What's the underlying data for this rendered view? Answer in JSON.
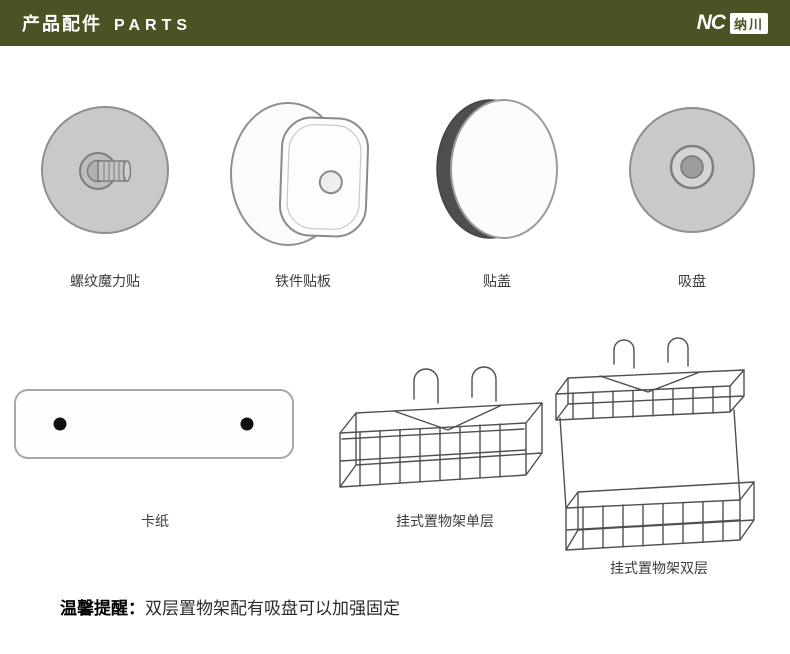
{
  "header": {
    "title_cn": "产品配件",
    "title_en": "PARTS",
    "logo": {
      "mark": "NC",
      "name": "纳川"
    }
  },
  "colors": {
    "header_bg": "#4a5323",
    "logo_text": "#4a5323",
    "illustration_gray": "#c9c9c9",
    "line_gray": "#8f8f8f"
  },
  "parts_row1": [
    {
      "label": "螺纹魔力贴",
      "icon": "threaded-magic-sticker-icon"
    },
    {
      "label": "铁件贴板",
      "icon": "iron-plate-icon"
    },
    {
      "label": "贴盖",
      "icon": "cover-sticker-icon"
    },
    {
      "label": "吸盘",
      "icon": "suction-cup-icon"
    }
  ],
  "parts_row2": [
    {
      "label": "卡纸",
      "icon": "card-paper-icon"
    },
    {
      "label": "挂式置物架单层",
      "icon": "single-layer-rack-icon"
    },
    {
      "label": "挂式置物架双层",
      "icon": "double-layer-rack-icon"
    }
  ],
  "note": {
    "prefix": "温馨提醒：",
    "text": "双层置物架配有吸盘可以加强固定"
  }
}
